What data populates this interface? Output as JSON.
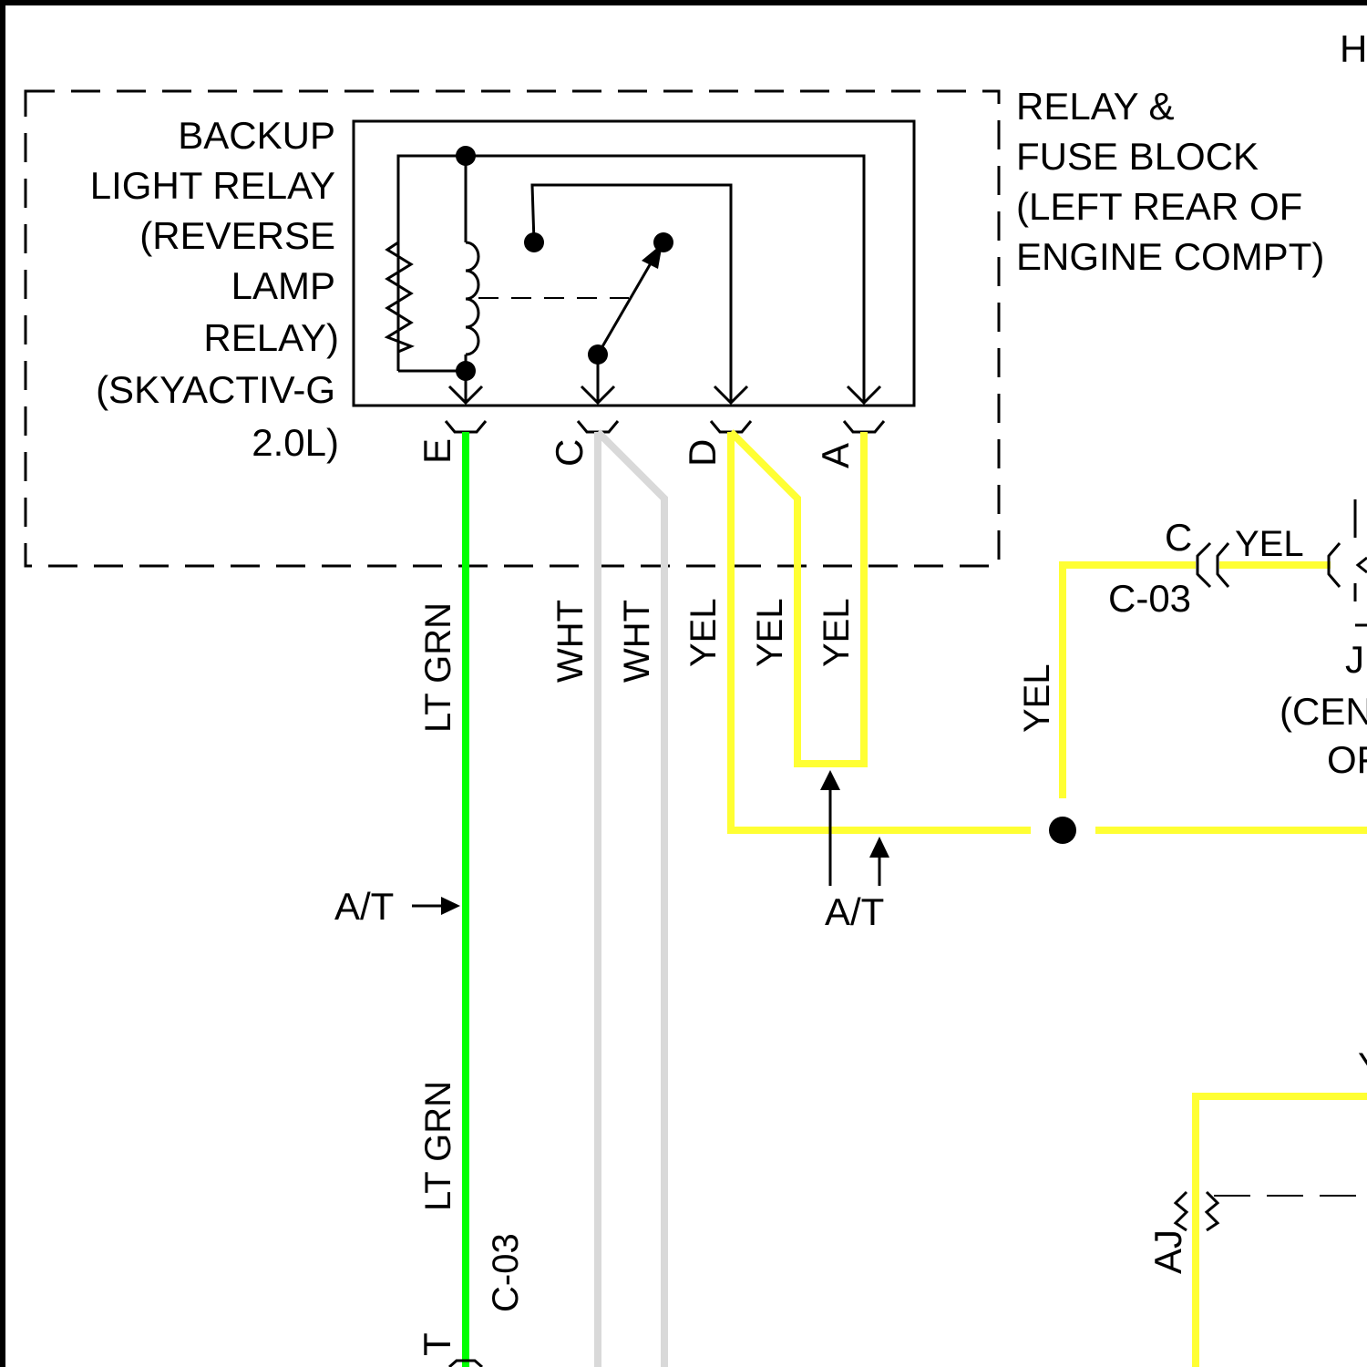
{
  "colors": {
    "lt_grn": "#00ff00",
    "yel": "#ffff33",
    "wht": "#d9d9d9",
    "ink": "#000000"
  },
  "corner_label": "H",
  "module": {
    "name_lines": [
      "RELAY &",
      "FUSE BLOCK",
      "(LEFT REAR OF",
      "ENGINE COMPT)"
    ]
  },
  "relay": {
    "name_lines": [
      "BACKUP",
      "LIGHT RELAY",
      "(REVERSE",
      "LAMP",
      "RELAY)",
      "(SKYACTIV-G",
      "2.0L)"
    ],
    "pins": [
      "E",
      "C",
      "D",
      "A"
    ]
  },
  "wires": {
    "e_color": "LT GRN",
    "e_color_lower": "LT GRN",
    "c_color": "WHT",
    "c_color_2": "WHT",
    "d_color": "YEL",
    "d_color_2": "YEL",
    "a_color": "YEL",
    "feed_color": "YEL",
    "top_color": "YEL",
    "bottom_right_color": "Y"
  },
  "annotations": {
    "at_left": "A/T",
    "at_bottom": "A/T",
    "connector_c03_vertical": "C-03",
    "connector_c03_right": "C-03",
    "connector_pin_c": "C",
    "partial_j": "J",
    "partial_cen": "(CEN",
    "partial_of": "OF",
    "bottom_pin_aj": "AJ",
    "bottom_pin_t": "T"
  }
}
